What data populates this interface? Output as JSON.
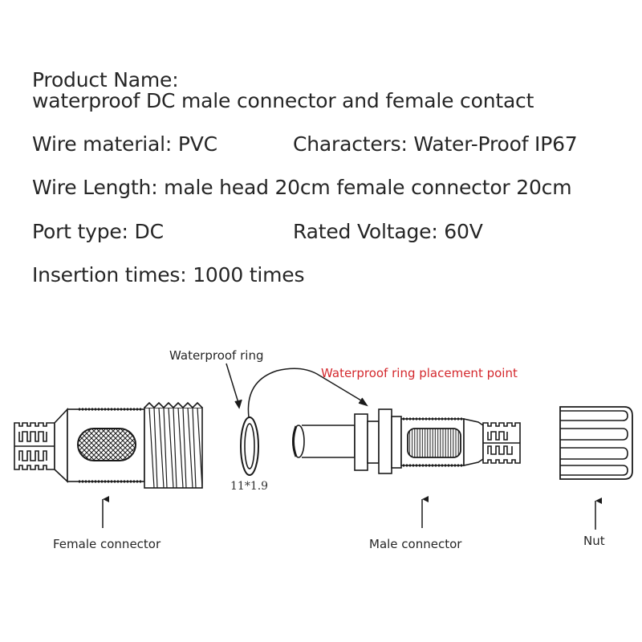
{
  "specs": {
    "product_name_label": "Product Name:",
    "product_name_value": "waterproof DC male connector and female contact",
    "wire_material": "Wire material: PVC",
    "characters": "Characters: Water-Proof IP67",
    "wire_length": "Wire Length: male head 20cm female connector 20cm",
    "port_type": "Port type: DC",
    "rated_voltage": "Rated Voltage: 60V",
    "insertion_times": "Insertion times: 1000 times"
  },
  "diagram": {
    "labels": {
      "waterproof_ring": "Waterproof ring",
      "placement_point": "Waterproof ring placement point",
      "ring_dimension": "11*1.9",
      "female_connector": "Female connector",
      "male_connector": "Male connector",
      "nut": "Nut"
    },
    "colors": {
      "highlight": "#d4282d",
      "line": "#1a1a1a",
      "text": "#262626"
    }
  }
}
